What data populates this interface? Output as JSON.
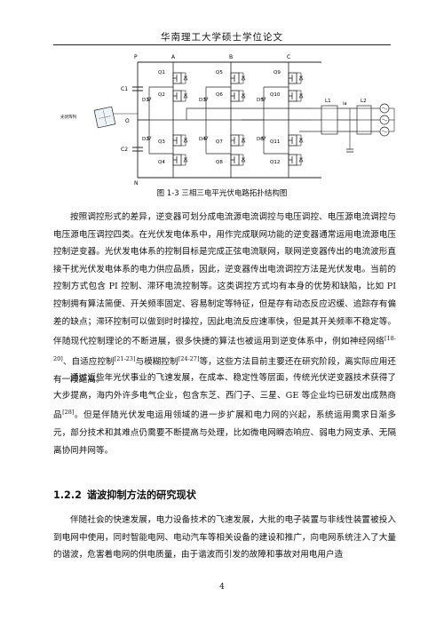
{
  "header": {
    "title": "华南理工大学硕士学位论文"
  },
  "figure": {
    "caption": "图 1-3 三相三电平光伏电路拓扑结构图",
    "labels": {
      "p": "P",
      "a": "A",
      "b": "B",
      "c": "C",
      "o": "O",
      "n": "N",
      "c1": "C1",
      "c2": "C2",
      "pv": "光伏阵列",
      "l1": "L1",
      "l2": "L2",
      "ia": "ia",
      "q1": "Q1",
      "q2": "Q2",
      "q3": "Q3",
      "q4": "Q4",
      "q5": "Q5",
      "q6": "Q6",
      "q7": "Q7",
      "q8": "Q8",
      "q9": "Q9",
      "q10": "Q10",
      "q11": "Q11",
      "q12": "Q12",
      "d1": "D1",
      "d2": "D2",
      "d3": "D3",
      "d4": "D4",
      "d5": "D5",
      "d6": "D6"
    }
  },
  "para1": {
    "text_a": "按照调控形式的差异，逆变器可划分成电流源电流调控与电压调控、电压源电流调控与电压源电压调控四类。在光伏发电体系中，用作完成联网功能的逆变器通常运用电流源电压控制逆变器。光伏发电体系的控制目标是完成正弦电流联网，联网逆变器传出的电流波形直接干扰光伏发电体系的电力供应品质，因此，逆变器传出电流调控方法是光伏发电。当前的控制方式包含 PI 控制、滞环电流控制等。这类调控方式均有本身的优势和缺陷，比如 PI 控制拥有算法简便、开关频率固定、容易制定等特征，但是存有动态反应迟缓、追踪存有偏差的缺点；滞环控制可以做到时时操控，因此电流反应速率快，但是其开关频率不稳定等。伴随现代控制理论的不断进展，很多快捷的算法也被运用到逆变体系中，例如神经网络",
    "ref_a": "[18-20]",
    "text_b": "、自适应控制",
    "ref_b": "[21-23]",
    "text_c": "与模糊控制",
    "ref_c": "[24-27]",
    "text_d": "等，这些方法目前主要还在研究阶段，离实际应用还有一段距离。"
  },
  "para2": {
    "text_a": "通过近些年光伏事业的飞速发展，在成本、稳定性等层面，传统光伏逆变器技术获得了大步提高，海内外许多电气企业，包含东芝、西门子、三星、GE 等企业均已研发出成熟商品",
    "ref_a": "[28]",
    "text_b": "。但是伴随光伏发电运用领域的进一步扩展和电力网的兴起，系统运用需求日渐多元，部分技术和其难点仍需要不断提高与处理，比如微电网瞬态响应、弱电力网支承、无隔离协同并网等。"
  },
  "section": {
    "number": "1.2.2",
    "title": "谐波抑制方法的研究现状"
  },
  "para3": {
    "text": "伴随社会的快速发展，电力设备技术的飞速发展，大批的电子装置与非线性装置被投入到电网中使用，同时智能电网、电动汽车等相关设备的建设和推广，向电网系统注入了大量的谐波，危害着电网的供电质量，由于谐波而引发的故障和事故对用电用户造"
  },
  "footer": {
    "page_number": "4"
  }
}
